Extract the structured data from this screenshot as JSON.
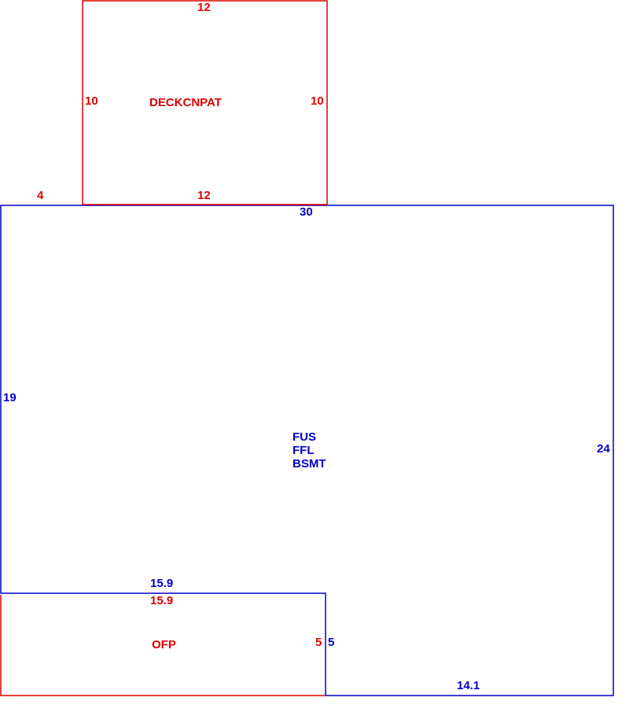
{
  "colors": {
    "addition_line": "#e00000",
    "main_line": "#0000c8",
    "background": "#ffffff"
  },
  "deck": {
    "name": "DECKCNPAT",
    "top": "12",
    "bottom": "12",
    "left": "10",
    "right": "10",
    "offset": "4"
  },
  "main": {
    "codes": [
      "FUS",
      "FFL",
      "BSMT"
    ],
    "top": "30",
    "left": "19",
    "right": "24",
    "bottom": "14.1",
    "notch_top": "15.9",
    "notch_side": "5"
  },
  "porch": {
    "name": "OFP",
    "top": "15.9",
    "right": "5"
  }
}
